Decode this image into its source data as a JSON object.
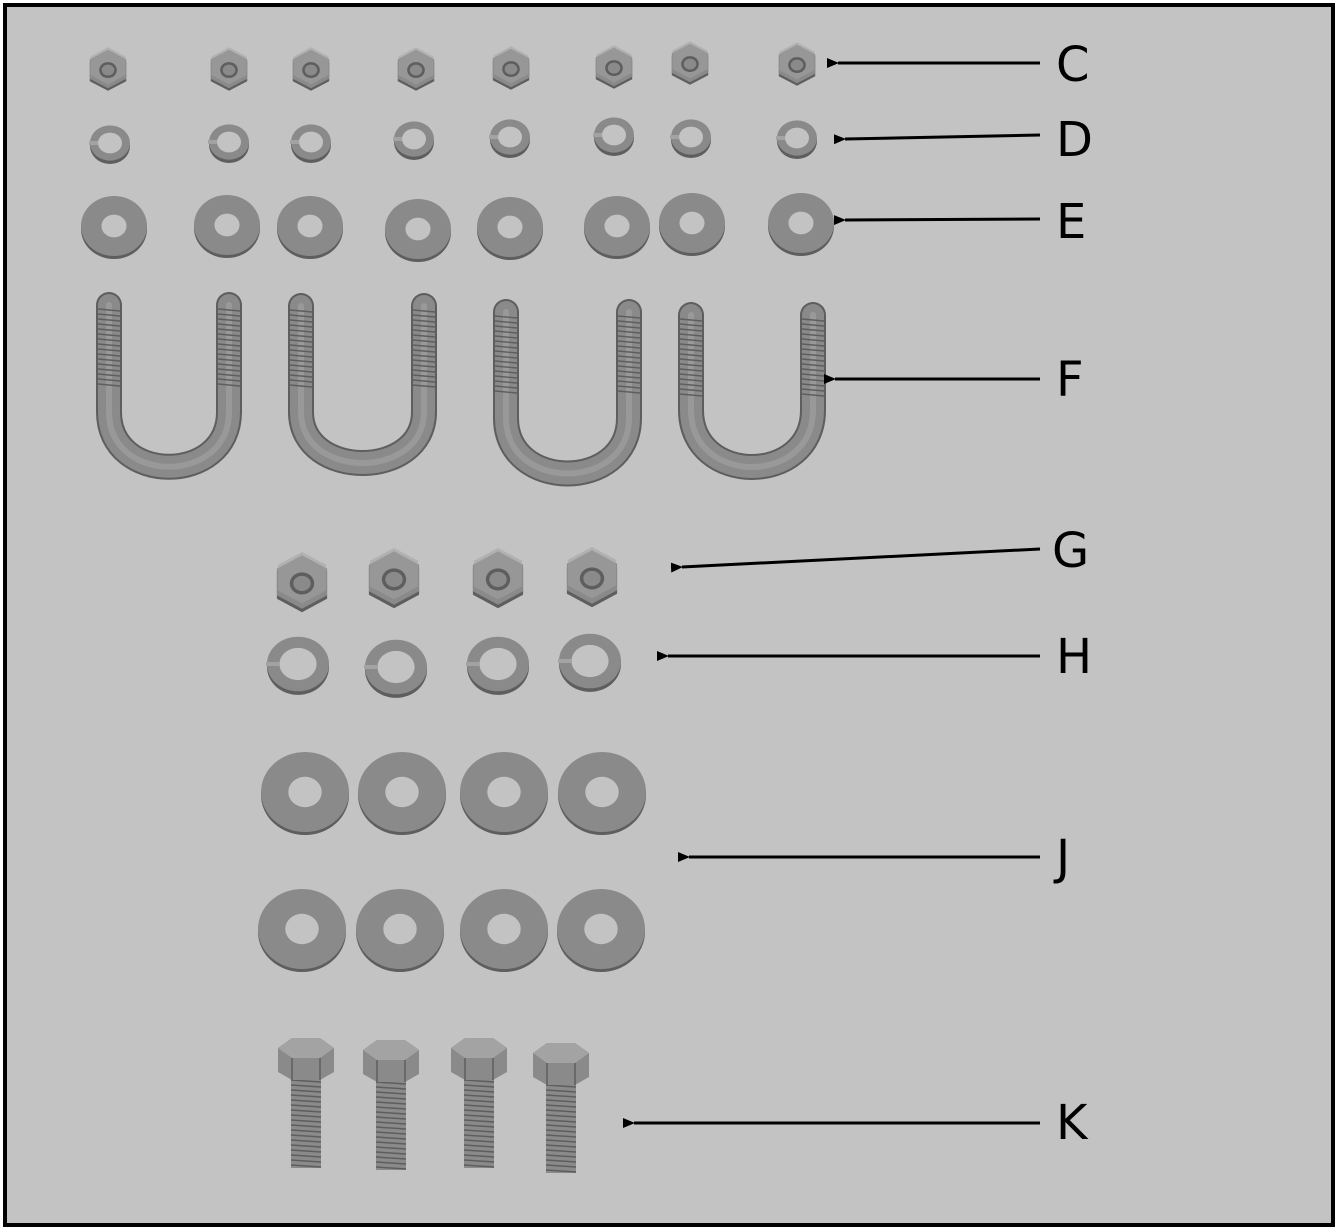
{
  "colors": {
    "background": "#c3c3c3",
    "frame": "#000000",
    "part_body": "#8a8a8a",
    "part_light": "#a3a3a3",
    "part_dark": "#5e5e5e",
    "arrow": "#000000"
  },
  "callouts": [
    {
      "id": "c",
      "label": "C",
      "part": "hex-nut-small",
      "count": 8
    },
    {
      "id": "d",
      "label": "D",
      "part": "lock-washer-small",
      "count": 8
    },
    {
      "id": "e",
      "label": "E",
      "part": "flat-washer-small",
      "count": 8
    },
    {
      "id": "f",
      "label": "F",
      "part": "u-bolt",
      "count": 4
    },
    {
      "id": "g",
      "label": "G",
      "part": "hex-nut-large",
      "count": 4
    },
    {
      "id": "h",
      "label": "H",
      "part": "lock-washer-large",
      "count": 4
    },
    {
      "id": "j",
      "label": "J",
      "part": "flat-washer-large",
      "count": 8
    },
    {
      "id": "k",
      "label": "K",
      "part": "hex-bolt",
      "count": 4
    }
  ]
}
